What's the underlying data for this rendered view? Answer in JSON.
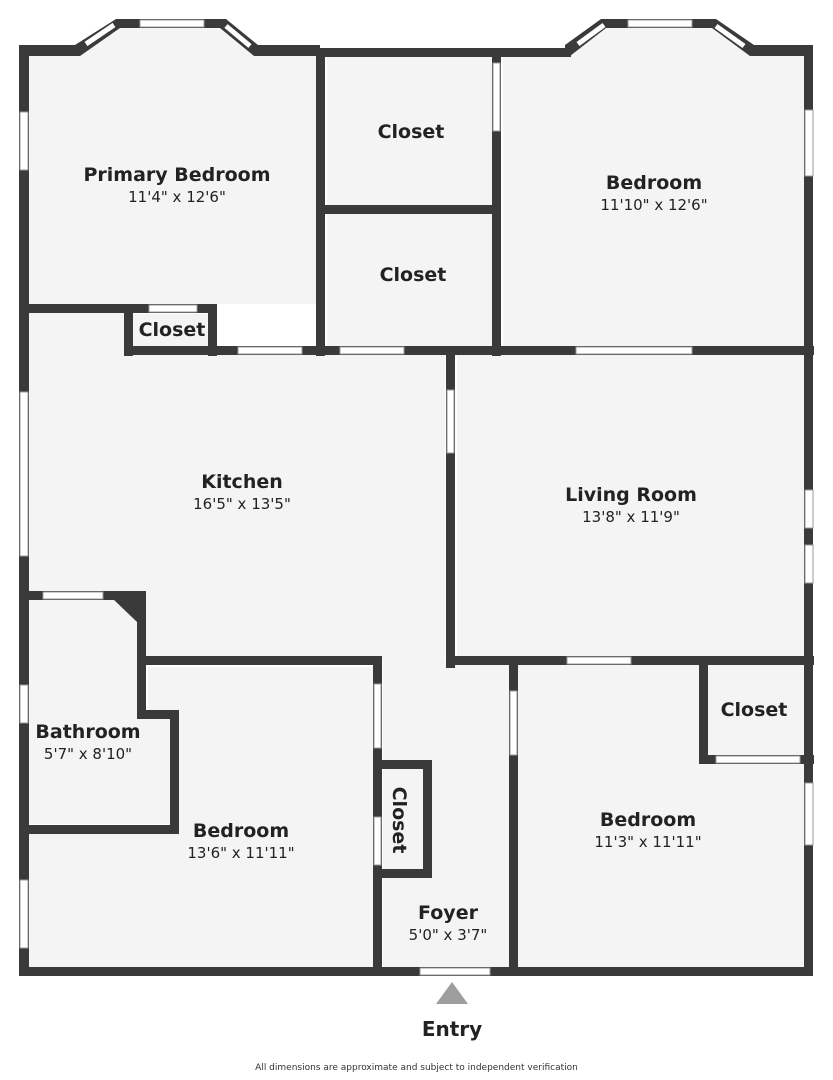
{
  "floorplan": {
    "rooms": {
      "primary_bedroom": {
        "name": "Primary Bedroom",
        "dims": "11'4\" x 12'6\""
      },
      "closet_top_center": {
        "name": "Closet"
      },
      "closet_mid_center": {
        "name": "Closet"
      },
      "bedroom_top_right": {
        "name": "Bedroom",
        "dims": "11'10\" x 12'6\""
      },
      "closet_small_left": {
        "name": "Closet"
      },
      "kitchen": {
        "name": "Kitchen",
        "dims": "16'5\" x 13'5\""
      },
      "living_room": {
        "name": "Living Room",
        "dims": "13'8\" x 11'9\""
      },
      "bathroom": {
        "name": "Bathroom",
        "dims": "5'7\" x 8'10\""
      },
      "bedroom_bottom_left": {
        "name": "Bedroom",
        "dims": "13'6\" x 11'11\""
      },
      "closet_vertical": {
        "name": "Closet"
      },
      "foyer": {
        "name": "Foyer",
        "dims": "5'0\" x 3'7\""
      },
      "closet_right": {
        "name": "Closet"
      },
      "bedroom_bottom_right": {
        "name": "Bedroom",
        "dims": "11'3\" x 11'11\""
      }
    },
    "entry_label": "Entry",
    "disclaimer": "All dimensions are approximate and subject to independent verification",
    "colors": {
      "wall": "#3a3a3a",
      "floor": "#f4f4f4",
      "window": "#ffffff",
      "entry_arrow": "#9e9e9e"
    }
  }
}
